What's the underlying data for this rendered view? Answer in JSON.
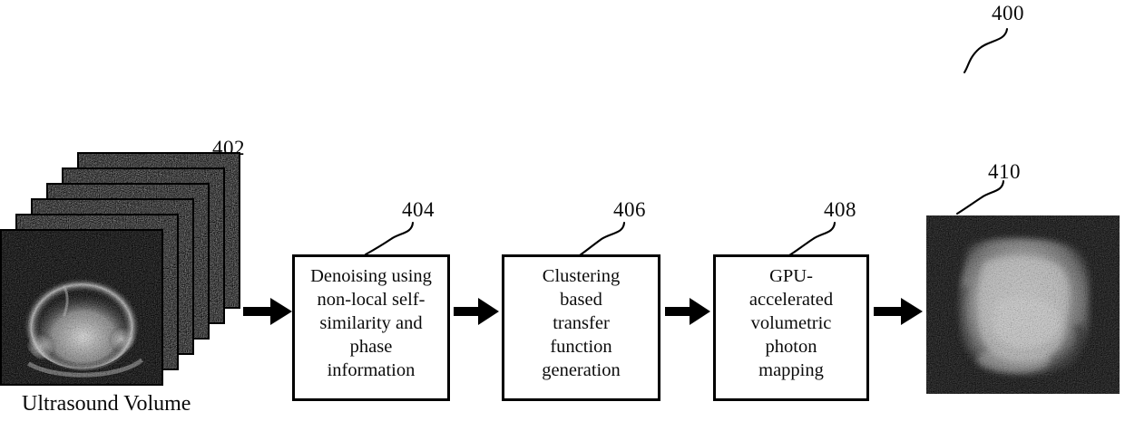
{
  "figure": {
    "number": "400",
    "title_caption": "Ultrasound Volume"
  },
  "refs": {
    "figure": "400",
    "volume": "402",
    "step1": "404",
    "step2": "406",
    "step3": "408",
    "output": "410"
  },
  "pipeline": {
    "input": {
      "ref": "402",
      "caption": "Ultrasound Volume",
      "kind": "ultrasound-volume-stack",
      "slice_count": 6
    },
    "steps": [
      {
        "ref": "404",
        "label": "Denoising using non-local self-similarity and phase information",
        "lines": [
          "Denoising using",
          "non-local self-",
          "similarity and",
          "phase",
          "information"
        ]
      },
      {
        "ref": "406",
        "label": "Clustering based transfer function generation",
        "lines": [
          "Clustering",
          "based",
          "transfer",
          "function",
          "generation"
        ]
      },
      {
        "ref": "408",
        "label": "GPU-accelerated volumetric photon mapping",
        "lines": [
          "GPU-",
          "accelerated",
          "volumetric",
          "photon",
          "mapping"
        ]
      }
    ],
    "output": {
      "ref": "410",
      "kind": "rendered-volume-image"
    },
    "arrow_count": 4
  },
  "colors": {
    "ink": "#000000",
    "paper": "#ffffff",
    "image_dark": "#0d0d0d",
    "image_mid": "#8c8c8c",
    "image_light": "#d8d8d8"
  }
}
